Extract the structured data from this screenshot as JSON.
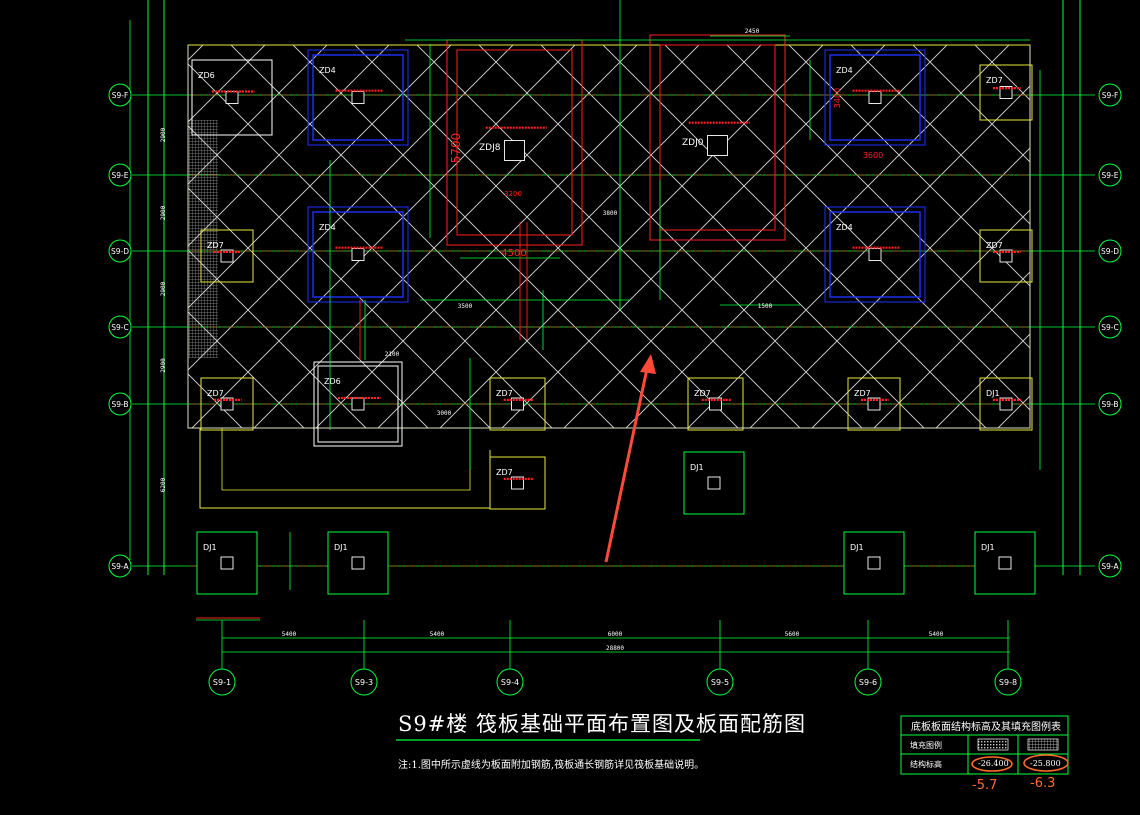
{
  "drawing": {
    "title": "S9#楼 筏板基础平面布置图及板面配筋图",
    "note": "注:1.图中所示虚线为板面附加钢筋,筏板通长钢筋详见筏板基础说明。",
    "colors": {
      "background": "#000000",
      "axis": "#00ff3c",
      "hatch": "#ffffff",
      "footing_red": "#ff2020",
      "footing_blue": "#2030ff",
      "footing_yellow": "#e8e83a",
      "dim": "#00ff3c",
      "annotation": "#ff4a3a"
    }
  },
  "axes": {
    "rows": [
      "S9-F",
      "S9-E",
      "S9-D",
      "S9-C",
      "S9-B",
      "S9-A"
    ],
    "cols": [
      "S9-1",
      "S9-3",
      "S9-4",
      "S9-5",
      "S9-6",
      "S9-8"
    ],
    "col_spacing_dims": [
      "5400",
      "5400",
      "6000",
      "5600",
      "5400"
    ],
    "total_dim": "28800",
    "row_spacing_dims": [
      "2900",
      "2900",
      "2900",
      "2900",
      "6200"
    ]
  },
  "footings": [
    {
      "id": "ZD6",
      "label": "ZD6"
    },
    {
      "id": "ZD4-a",
      "label": "ZD4"
    },
    {
      "id": "ZDJ8",
      "label": "ZDJ8"
    },
    {
      "id": "ZDJ0",
      "label": "ZDJ0"
    },
    {
      "id": "ZD4-b",
      "label": "ZD4"
    },
    {
      "id": "ZD7-a",
      "label": "ZD7"
    },
    {
      "id": "ZD7-b",
      "label": "ZD7"
    },
    {
      "id": "ZD4-c",
      "label": "ZD4"
    },
    {
      "id": "ZD4-d",
      "label": "ZD4"
    },
    {
      "id": "ZD7-c",
      "label": "ZD7"
    },
    {
      "id": "ZD6-b",
      "label": "ZD6"
    },
    {
      "id": "ZD7-d",
      "label": "ZD7"
    },
    {
      "id": "ZD7-e",
      "label": "ZD7"
    },
    {
      "id": "ZD7-f",
      "label": "ZD7"
    },
    {
      "id": "ZD7-g",
      "label": "ZD7"
    },
    {
      "id": "ZD7-h",
      "label": "ZD7"
    },
    {
      "id": "DJ1-a",
      "label": "DJ1"
    },
    {
      "id": "DJ1-b",
      "label": "DJ1"
    },
    {
      "id": "DJ1-c",
      "label": "DJ1"
    },
    {
      "id": "DJ1-d",
      "label": "DJ1"
    },
    {
      "id": "DJ1-e",
      "label": "DJ1"
    }
  ],
  "dimensions": {
    "zdj8_height": "5700",
    "zdj8_width": "4500",
    "zdj8_inner": "3200",
    "zd4_h": "3400",
    "zd4_w": "3600",
    "d2450": "2450",
    "d1500": "1500",
    "d3500": "3500",
    "d3800": "3800",
    "d2100": "2100",
    "d3000": "3000"
  },
  "legend": {
    "title": "底板板面结构标高及其填充图例表",
    "row1_label": "填充图例",
    "row2_label": "结构标高",
    "val1": "-26.400",
    "val2": "-25.800"
  },
  "handwritten_annotations": [
    "-5.7",
    "-6.3"
  ]
}
